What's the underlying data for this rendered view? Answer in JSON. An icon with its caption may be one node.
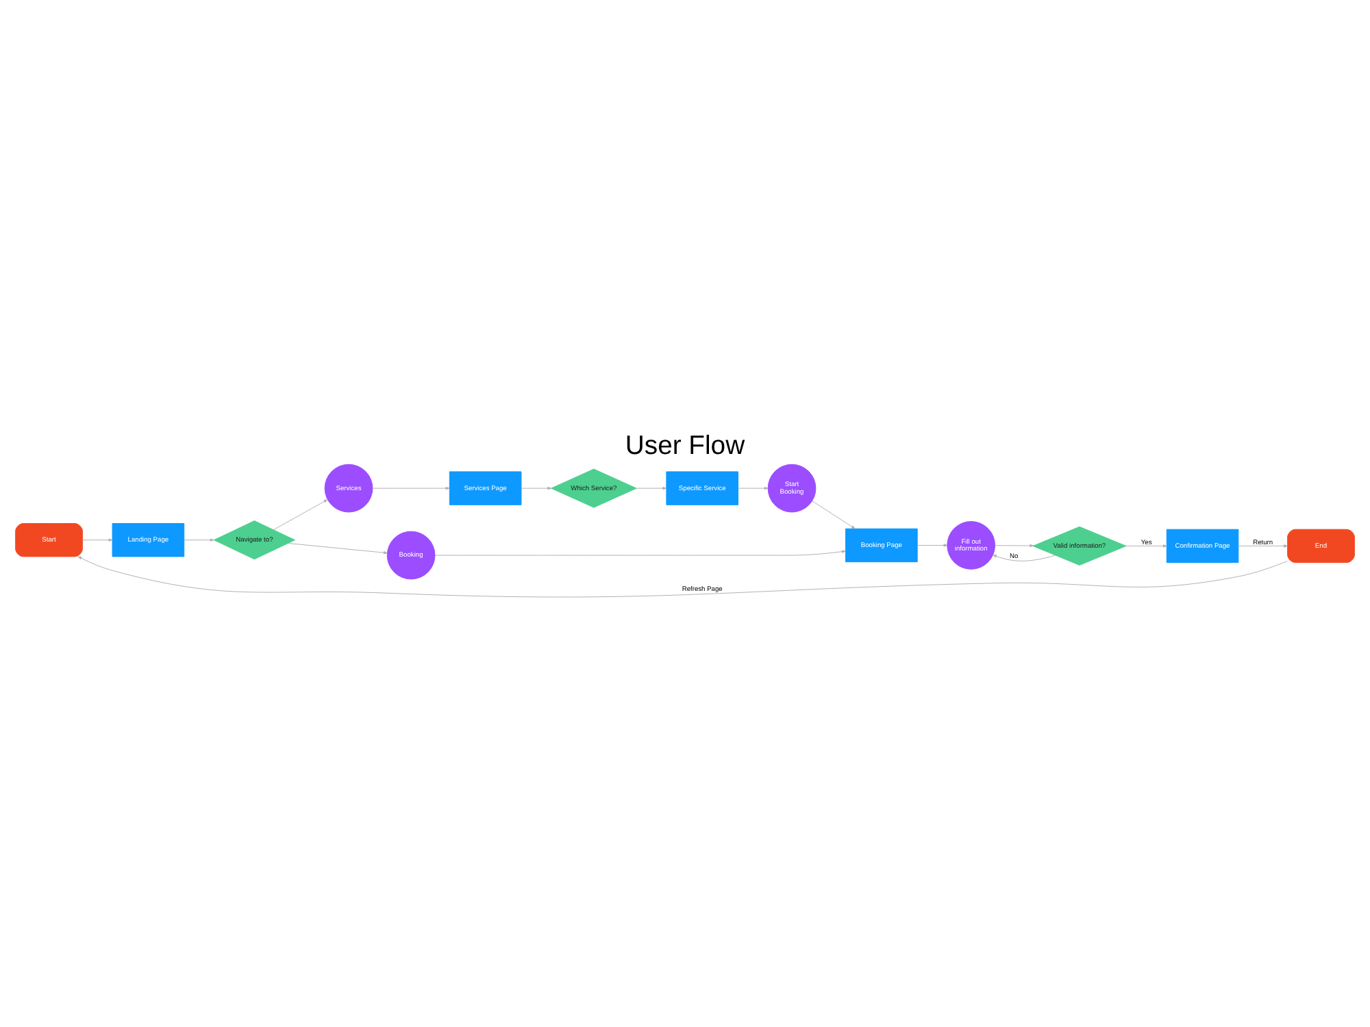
{
  "diagram": {
    "title": "User Flow",
    "nodes": [
      {
        "text": [
          "Services"
        ]
      },
      {
        "text": [
          "Services Page"
        ]
      },
      {
        "text": [
          "Which Service?"
        ]
      },
      {
        "text": [
          "Specific Service"
        ]
      },
      {
        "text": [
          "Start Booking"
        ]
      },
      {
        "text": [
          "Start"
        ]
      },
      {
        "text": [
          "Landing Page"
        ]
      },
      {
        "text": [
          "Navigate to?"
        ]
      },
      {
        "text": [
          "Booking"
        ]
      },
      {
        "text": [
          "Booking Page"
        ]
      },
      {
        "text": [
          "Fill out information"
        ]
      },
      {
        "text": [
          "Valid information?"
        ]
      },
      {
        "text": [
          "Confirmation Page"
        ]
      },
      {
        "text": [
          "End"
        ]
      }
    ],
    "edges": [
      {
        "from": 5,
        "to": 6,
        "arrow": "to"
      },
      {
        "from": 6,
        "to": 7,
        "arrow": "to"
      },
      {
        "from": 7,
        "to": 0,
        "arrow": "to"
      },
      {
        "from": 7,
        "to": 8,
        "arrow": "to"
      },
      {
        "from": 0,
        "to": 1,
        "arrow": "to"
      },
      {
        "from": 1,
        "to": 2,
        "arrow": "to"
      },
      {
        "from": 2,
        "to": 3,
        "arrow": "to"
      },
      {
        "from": 3,
        "to": 4,
        "arrow": "to"
      },
      {
        "from": 4,
        "to": 9,
        "arrow": "to"
      },
      {
        "from": 8,
        "to": 9,
        "arrow": "to"
      },
      {
        "from": 9,
        "to": 10,
        "arrow": "to"
      },
      {
        "from": 10,
        "to": 11,
        "arrow": "to"
      },
      {
        "from": 11,
        "to": 10,
        "arrow": "to",
        "label": "No"
      },
      {
        "from": 11,
        "to": 12,
        "arrow": "to",
        "label": "Yes"
      },
      {
        "from": 12,
        "to": 13,
        "arrow": "to",
        "label": "Return"
      },
      {
        "from": 13,
        "to": 5,
        "arrow": "to",
        "label": "Refresh Page"
      }
    ]
  }
}
